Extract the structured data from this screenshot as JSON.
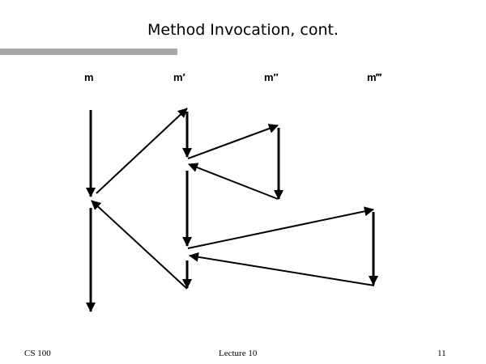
{
  "slide": {
    "title": "Method Invocation, cont.",
    "columns": [
      "m",
      "m′",
      "m″",
      "m‴"
    ],
    "footer": {
      "left": "CS 100",
      "center": "Lecture 10",
      "right": "11"
    }
  }
}
